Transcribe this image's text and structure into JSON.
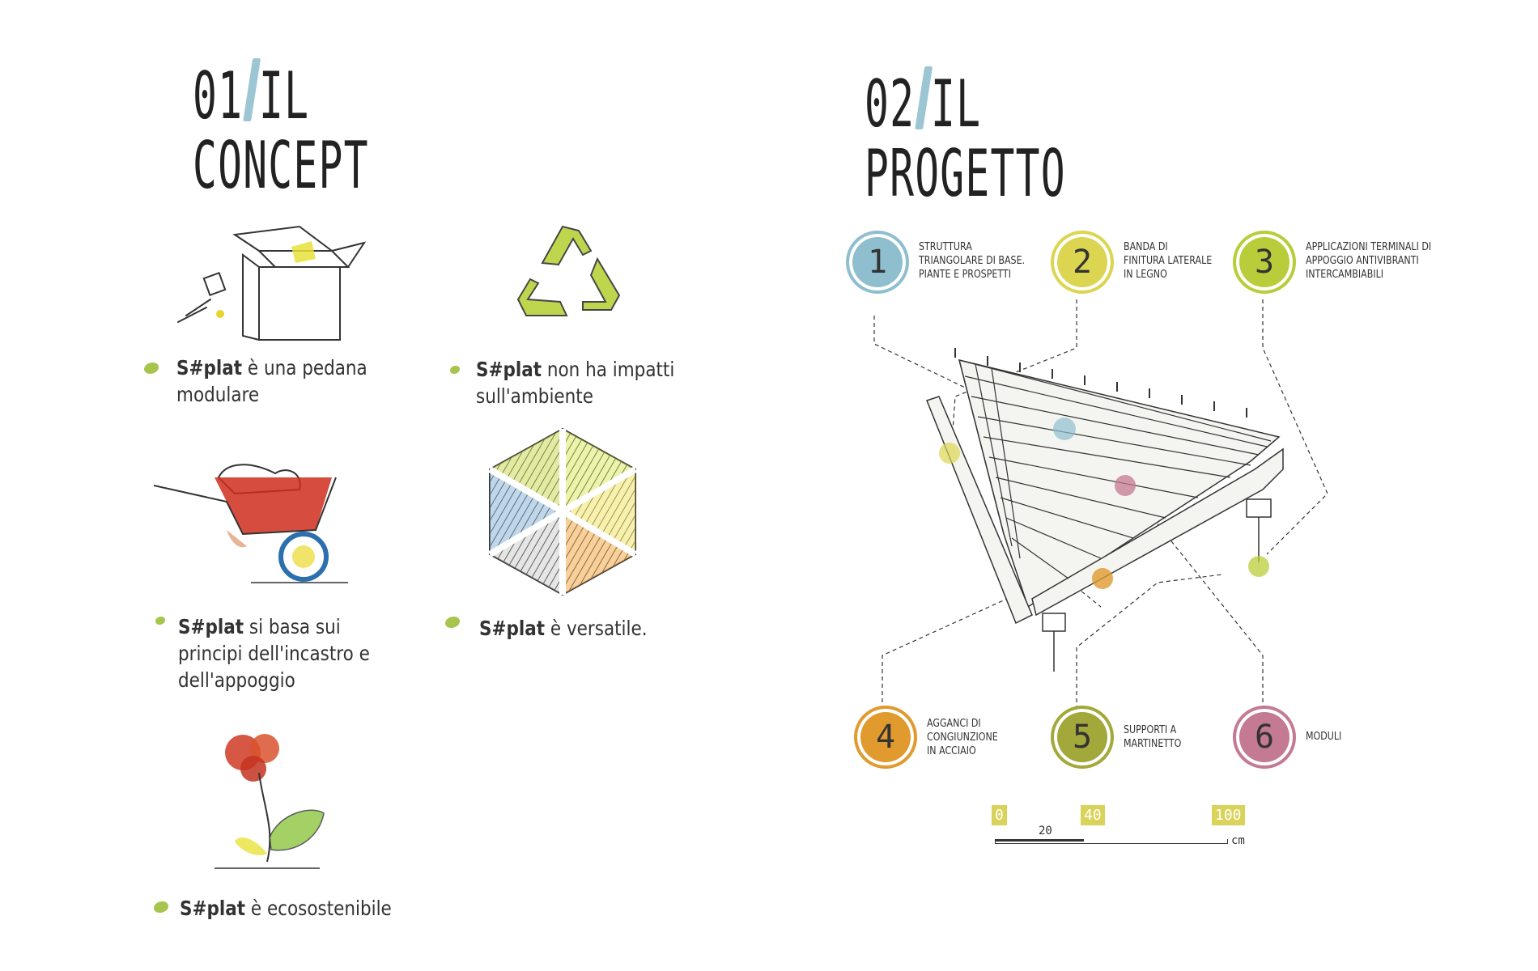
{
  "concept": {
    "number": "01",
    "word1": "IL",
    "word2": "CONCEPT",
    "items": [
      {
        "brand": "S#plat",
        "text": " è una pedana\nmodulare"
      },
      {
        "brand": "S#plat",
        "text": " non ha impatti\nsull'ambiente"
      },
      {
        "brand": "S#plat",
        "text": " si basa sui\nprincipi dell'incastro e\ndell'appoggio"
      },
      {
        "brand": "S#plat",
        "text": " è versatile."
      },
      {
        "brand": "S#plat",
        "text": " è ecosostenibile"
      }
    ]
  },
  "project": {
    "number": "02",
    "word1": "IL",
    "word2": "PROGETTO",
    "legend": [
      {
        "num": "1",
        "text": "STRUTTURA\nTRIANGOLARE DI BASE.\nPIANTE E PROSPETTI",
        "color": "#8fbfcf"
      },
      {
        "num": "2",
        "text": "BANDA DI\nFINITURA LATERALE\nIN LEGNO",
        "color": "#dcd552"
      },
      {
        "num": "3",
        "text": "APPLICAZIONI TERMINALI DI\nAPPOGGIO ANTIVIBRANTI\nINTERCAMBIABILI",
        "color": "#b9cd3a"
      },
      {
        "num": "4",
        "text": "AGGANCI DI\nCONGIUNZIONE\nIN ACCIAIO",
        "color": "#e09a2e"
      },
      {
        "num": "5",
        "text": "SUPPORTI A\nMARTINETTO",
        "color": "#a3a83a"
      },
      {
        "num": "6",
        "text": "MODULI",
        "color": "#c47a92"
      }
    ],
    "scale": {
      "ticks": [
        "0",
        "40",
        "100"
      ],
      "mid": "20",
      "unit": "cm"
    }
  }
}
